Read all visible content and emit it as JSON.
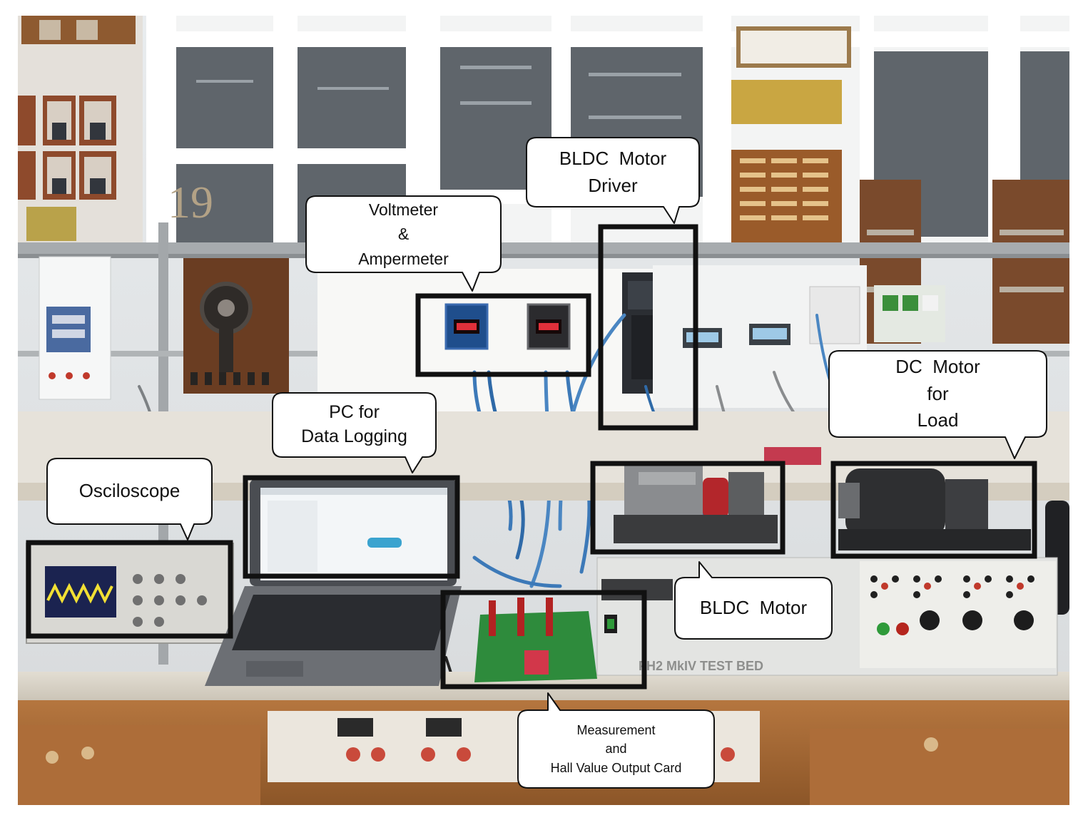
{
  "figure": {
    "frame_color": "#ffffff",
    "highlight_box_color": "#111111",
    "callout_fill": "#ffffff",
    "callout_stroke": "#111111"
  },
  "scene": {
    "wall_number": "19",
    "test_bed_plate": "FH2 MkIV TEST BED"
  },
  "callouts": [
    {
      "id": "osciloscope",
      "lines": [
        "Osciloscope"
      ]
    },
    {
      "id": "pc",
      "lines": [
        "PC for",
        "Data Logging"
      ]
    },
    {
      "id": "meters",
      "lines": [
        "Voltmeter",
        "&",
        "Ampermeter"
      ]
    },
    {
      "id": "driver",
      "lines": [
        "BLDC  Motor",
        "Driver"
      ]
    },
    {
      "id": "dc-motor",
      "lines": [
        "DC  Motor",
        "for",
        "Load"
      ]
    },
    {
      "id": "bldc-motor",
      "lines": [
        "BLDC  Motor"
      ]
    },
    {
      "id": "card",
      "lines": [
        "Measurement",
        "and",
        "Hall Value Output Card"
      ]
    }
  ]
}
